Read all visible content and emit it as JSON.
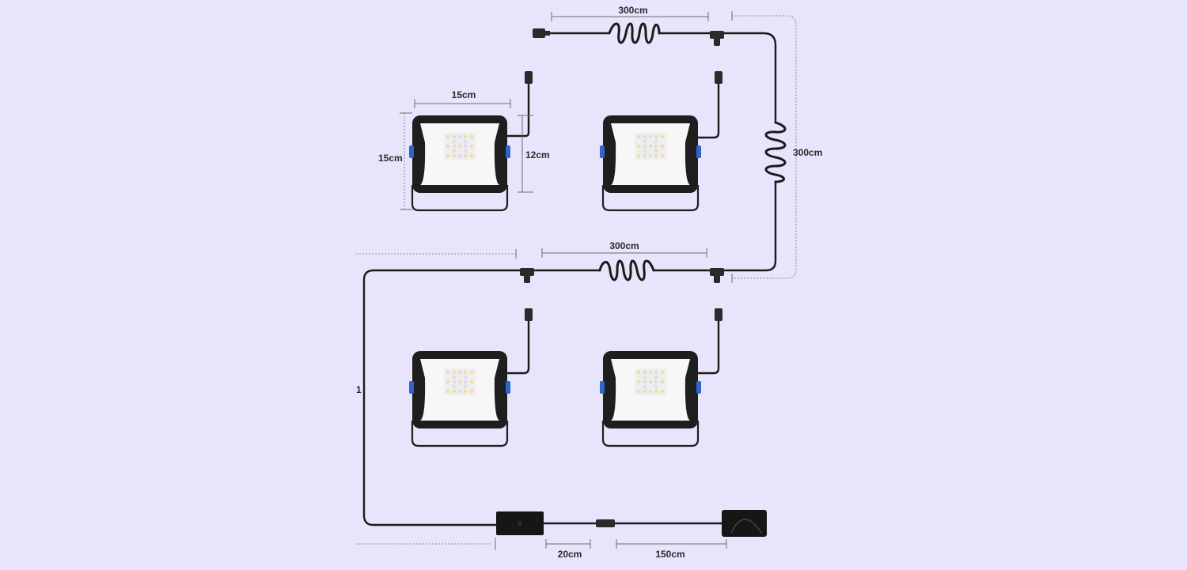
{
  "dimensions": {
    "top_cable": "300cm",
    "light_width": "15cm",
    "light_height": "15cm",
    "panel_height": "12cm",
    "right_cable": "300cm",
    "middle_cable": "300cm",
    "left_marker": "1",
    "adapter_cable": "20cm",
    "plug_cable": "150cm"
  },
  "colors": {
    "background": "#e8e4fb",
    "frame": "#1e1e1e",
    "panel": "#f7f7f7",
    "led_warm": "#f2d9a8",
    "led_cool": "#d8dde8",
    "knob": "#2f64c9"
  },
  "icons": {
    "flood_light": "flood-light-icon",
    "t_connector": "t-connector-icon",
    "power_adapter": "power-adapter-icon",
    "wall_plug": "wall-plug-icon"
  }
}
